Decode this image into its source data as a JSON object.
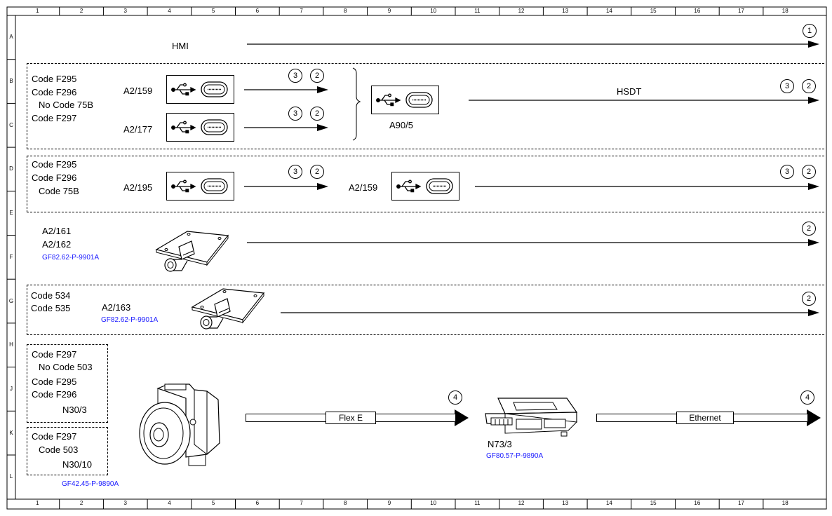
{
  "grid": {
    "columns": [
      "1",
      "2",
      "3",
      "4",
      "5",
      "6",
      "7",
      "8",
      "9",
      "10",
      "11",
      "12",
      "13",
      "14",
      "15",
      "16",
      "17",
      "18"
    ],
    "rows": [
      "A",
      "B",
      "C",
      "D",
      "E",
      "F",
      "G",
      "H",
      "J",
      "K",
      "L"
    ]
  },
  "row_hmi": {
    "label": "HMI",
    "marker": "1"
  },
  "group1": {
    "codes": [
      "Code F295",
      "Code F296",
      "No Code 75B",
      "Code F297"
    ],
    "port1": {
      "name": "A2/159",
      "markers": [
        "3",
        "2"
      ]
    },
    "port2": {
      "name": "A2/177",
      "markers": [
        "3",
        "2"
      ]
    },
    "hub": {
      "name": "A90/5"
    },
    "bus": {
      "label": "HSDT",
      "markers": [
        "3",
        "2"
      ]
    }
  },
  "group2": {
    "codes": [
      "Code F295",
      "Code F296",
      "Code 75B"
    ],
    "port1": {
      "name": "A2/195",
      "markers": [
        "3",
        "2"
      ]
    },
    "port2": {
      "name": "A2/159",
      "markers": [
        "3",
        "2"
      ]
    }
  },
  "row_antenna1": {
    "names": [
      "A2/161",
      "A2/162"
    ],
    "ref": "GF82.62-P-9901A",
    "marker": "2"
  },
  "group3": {
    "codes": [
      "Code 534",
      "Code 535"
    ],
    "name": "A2/163",
    "ref": "GF82.62-P-9901A",
    "marker": "2"
  },
  "group4": {
    "boxA": {
      "codes": [
        "Code F297",
        "No Code 503",
        "Code F295",
        "Code F296"
      ],
      "name": "N30/3"
    },
    "boxB": {
      "codes": [
        "Code F297",
        "Code 503"
      ],
      "name": "N30/10"
    },
    "ref": "GF42.45-P-9890A",
    "bus1": {
      "label": "Flex E",
      "marker": "4"
    },
    "module": {
      "name": "N73/3",
      "ref": "GF80.57-P-9890A"
    },
    "bus2": {
      "label": "Ethernet",
      "marker": "4"
    }
  },
  "icons": [
    "usb-icon",
    "usb-c-port-icon",
    "antenna-module-icon",
    "abs-unit-icon",
    "control-module-icon"
  ]
}
